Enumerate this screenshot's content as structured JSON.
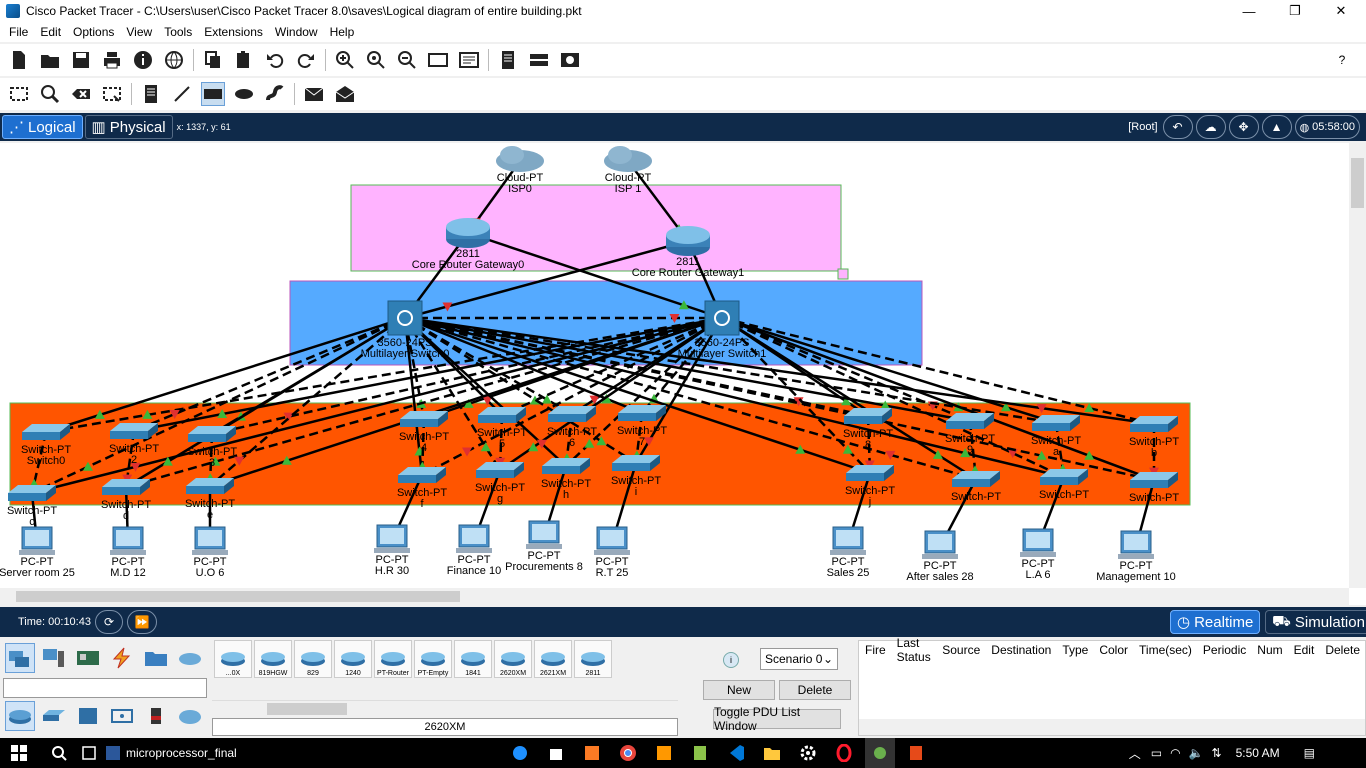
{
  "window": {
    "title": "Cisco Packet Tracer - C:\\Users\\user\\Cisco Packet Tracer 8.0\\saves\\Logical diagram of entire building.pkt",
    "minimize": "—",
    "maximize": "❐",
    "close": "✕"
  },
  "menu": [
    "File",
    "Edit",
    "Options",
    "View",
    "Tools",
    "Extensions",
    "Window",
    "Help"
  ],
  "help_glyph": "?",
  "modebar": {
    "logical": "Logical",
    "physical": "Physical",
    "coords": "x: 1337, y: 61",
    "root": "[Root]",
    "clock": "05:58:00"
  },
  "topology": {
    "clouds": [
      {
        "type": "Cloud-PT",
        "name": "ISP0"
      },
      {
        "type": "Cloud-PT",
        "name": "ISP 1"
      }
    ],
    "routers": [
      {
        "model": "2811",
        "name": "Core Router Gateway0"
      },
      {
        "model": "2811",
        "name": "Core Router Gateway1"
      }
    ],
    "multilayer": [
      {
        "model": "3560-24PS",
        "name": "Multilayer Switch0"
      },
      {
        "model": "3560-24PS",
        "name": "Multilayer Switch1"
      }
    ],
    "switch_type": "Switch-PT",
    "switch_names": [
      "Switch0",
      "2",
      "3",
      "4",
      "5",
      "6",
      "7",
      "8",
      "9",
      "a",
      "b",
      "c",
      "d",
      "e",
      "f",
      "g",
      "h",
      "i",
      "j"
    ],
    "pc_type": "PC-PT",
    "pcs": [
      "Server room 25",
      "M.D 12",
      "U.O 6",
      "H.R 30",
      "Finance 10",
      "Procurements 8",
      "R.T 25",
      "Sales 25",
      "After sales 28",
      "L.A 6",
      "Management 10"
    ]
  },
  "sim": {
    "time": "Time: 00:10:43",
    "realtime": "Realtime",
    "simulation": "Simulation"
  },
  "devices": {
    "models": [
      "...0X",
      "819HGW",
      "829",
      "1240",
      "PT-Router",
      "PT-Empty",
      "1841",
      "2620XM",
      "2621XM",
      "2811"
    ],
    "selected_model": "2620XM"
  },
  "scenario": {
    "select": "Scenario 0",
    "new": "New",
    "delete": "Delete",
    "toggle": "Toggle PDU List Window"
  },
  "pdu_columns": [
    "Fire",
    "Last Status",
    "Source",
    "Destination",
    "Type",
    "Color",
    "Time(sec)",
    "Periodic",
    "Num",
    "Edit",
    "Delete"
  ],
  "taskbar": {
    "app": "microprocessor_final",
    "clock": "5:50 AM"
  },
  "colors": {
    "modebar": "#0f2a4a",
    "active_mode": "#1e6fd0",
    "router_area": "#ffb3ff",
    "core_area": "#55aaff",
    "access_area": "#ff5500",
    "link_down": "#e03030",
    "link_up": "#3bb83b"
  }
}
